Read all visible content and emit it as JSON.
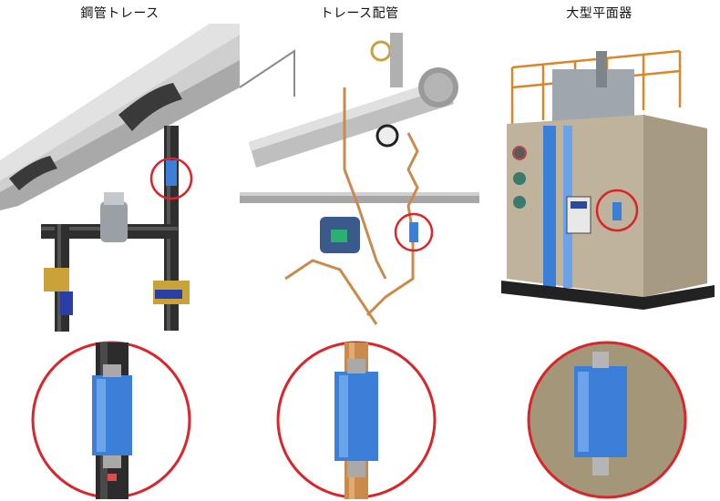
{
  "panels": [
    {
      "title": "鋼管トレース",
      "scene_icon": "steel-pipe-trace-illustration",
      "zoom_icon": "steel-pipe-sensor-closeup"
    },
    {
      "title": "トレース配管",
      "scene_icon": "trace-piping-illustration",
      "zoom_icon": "copper-tube-sensor-closeup"
    },
    {
      "title": "大型平面器",
      "scene_icon": "large-flat-vessel-illustration",
      "zoom_icon": "flat-surface-sensor-closeup"
    }
  ],
  "colors": {
    "highlight_ring": "#d9262b",
    "sensor_blue": "#3b7fd9",
    "pipe_dark": "#333333",
    "copper": "#c98a4b",
    "vessel_beige": "#bfb39c"
  }
}
